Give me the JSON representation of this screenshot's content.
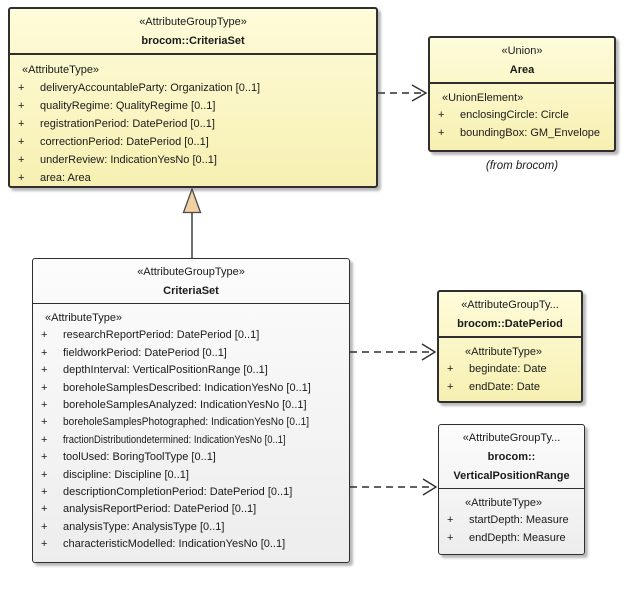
{
  "plus": "+",
  "colors": {
    "class_fill_yellow": "#FBF5BD",
    "class_fill_gray": "#F5F5F5",
    "border": "#2F2F2F",
    "generalization_triangle_fill": "#F1D0A2",
    "shadow": "#9E9E9E"
  },
  "boxes": {
    "brocom_criteria_set": {
      "stereotype": "«AttributeGroupType»",
      "name": "brocom::CriteriaSet",
      "attr_stereotype": "«AttributeType»",
      "attributes": [
        "deliveryAccountableParty: Organization [0..1]",
        "qualityRegime: QualityRegime [0..1]",
        "registrationPeriod: DatePeriod [0..1]",
        "correctionPeriod: DatePeriod [0..1]",
        "underReview: IndicationYesNo [0..1]",
        "area: Area"
      ]
    },
    "area": {
      "stereotype": "«Union»",
      "name": "Area",
      "attr_stereotype": "«UnionElement»",
      "attributes": [
        "enclosingCircle: Circle",
        "boundingBox: GM_Envelope"
      ],
      "origin_note": "(from brocom)"
    },
    "criteria_set": {
      "stereotype": "«AttributeGroupType»",
      "name": "CriteriaSet",
      "attr_stereotype": "«AttributeType»",
      "attributes": [
        "researchReportPeriod: DatePeriod [0..1]",
        "fieldworkPeriod: DatePeriod [0..1]",
        "depthInterval: VerticalPositionRange [0..1]",
        "boreholeSamplesDescribed: IndicationYesNo [0..1]",
        "boreholeSamplesAnalyzed: IndicationYesNo [0..1]",
        "boreholeSamplesPhotographed: IndicationYesNo [0..1]",
        "fractionDistributiondetermined: IndicationYesNo [0..1]",
        "toolUsed: BoringToolType [0..1]",
        "discipline: Discipline [0..1]",
        "descriptionCompletionPeriod: DatePeriod [0..1]",
        "analysisReportPeriod: DatePeriod [0..1]",
        "analysisType: AnalysisType [0..1]",
        "characteristicModelled: IndicationYesNo [0..1]"
      ]
    },
    "date_period": {
      "stereotype": "«AttributeGroupTy...",
      "name": "brocom::DatePeriod",
      "attr_stereotype": "«AttributeType»",
      "attributes": [
        "begindate: Date",
        "endDate: Date"
      ]
    },
    "vertical_position_range": {
      "stereotype": "«AttributeGroupTy...",
      "name_line1": "brocom::",
      "name_line2": "VerticalPositionRange",
      "attr_stereotype": "«AttributeType»",
      "attributes": [
        "startDepth: Measure",
        "endDepth: Measure"
      ]
    }
  }
}
